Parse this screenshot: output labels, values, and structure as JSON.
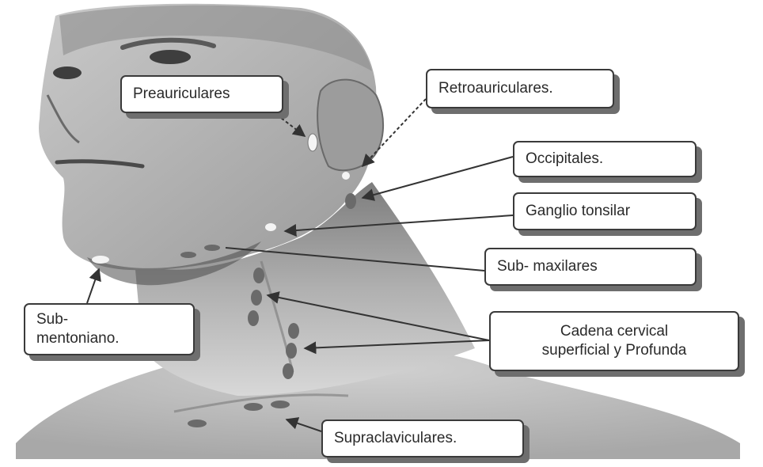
{
  "labels": {
    "preauriculares": "Preauriculares",
    "retroauriculares": "Retroauriculares.",
    "occipitales": "Occipitales.",
    "ganglio_tonsilar": "Ganglio tonsilar",
    "submaxilares": "Sub- maxilares",
    "submentoniano": "Sub-\nmentoniano.",
    "cadena_cervical": "Cadena cervical\nsuperficial y Profunda",
    "supraclaviculares": "Supraclaviculares."
  },
  "colors": {
    "background": "#ffffff",
    "skin_light": "#dadada",
    "skin_shadow": "#8a8a8a",
    "node_dark": "#6a6a6a",
    "node_light": "#f4f4f4",
    "arrow": "#333333"
  }
}
